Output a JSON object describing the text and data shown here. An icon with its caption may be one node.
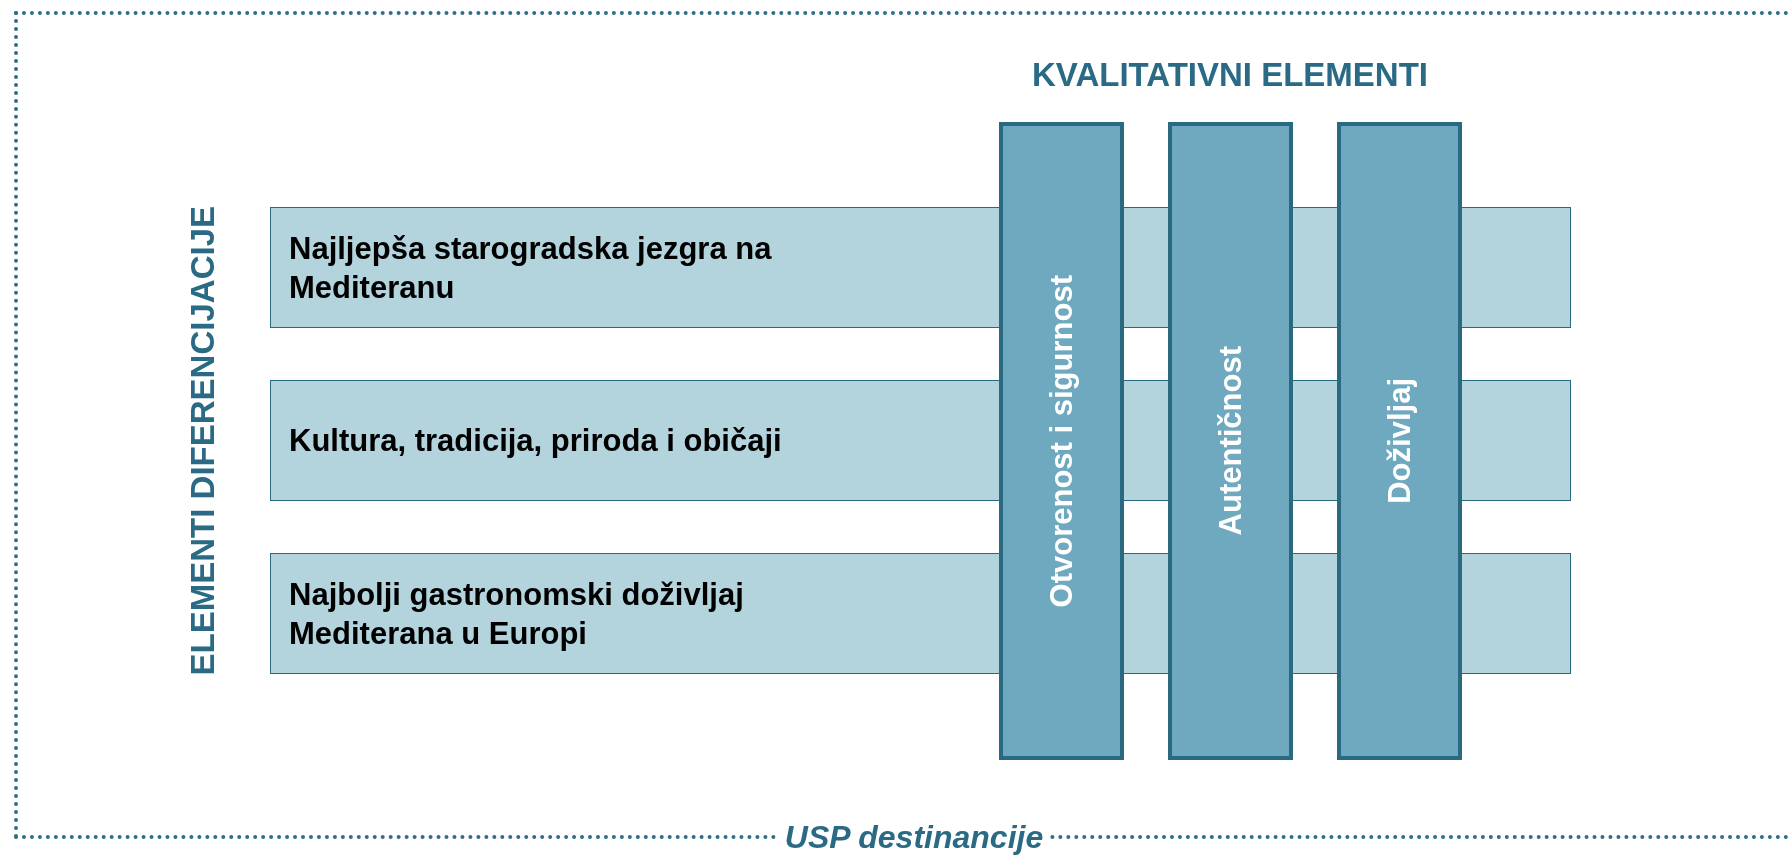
{
  "diagram": {
    "nodes": [
      {
        "text": [
          "USP destinancije"
        ]
      },
      {
        "text": [
          "Najljepša starogradska jezgra na Mediteranu"
        ],
        "in": 0
      },
      {
        "text": [
          "Kultura, tradicija, priroda i običaji"
        ],
        "in": 0
      },
      {
        "text": [
          "Najbolji gastronomski doživljaj Mediterana u Europi"
        ],
        "in": 0
      },
      {
        "text": [
          "Otvorenost i sigurnost"
        ],
        "in": 0
      },
      {
        "text": [
          "Autentičnost"
        ],
        "in": 0
      },
      {
        "text": [
          "Doživljaj"
        ],
        "in": 0
      }
    ],
    "edges": [],
    "labels": [
      "KVALITATIVNI ELEMENTI",
      "ELEMENTI DIFERENCIJACIJE"
    ]
  }
}
